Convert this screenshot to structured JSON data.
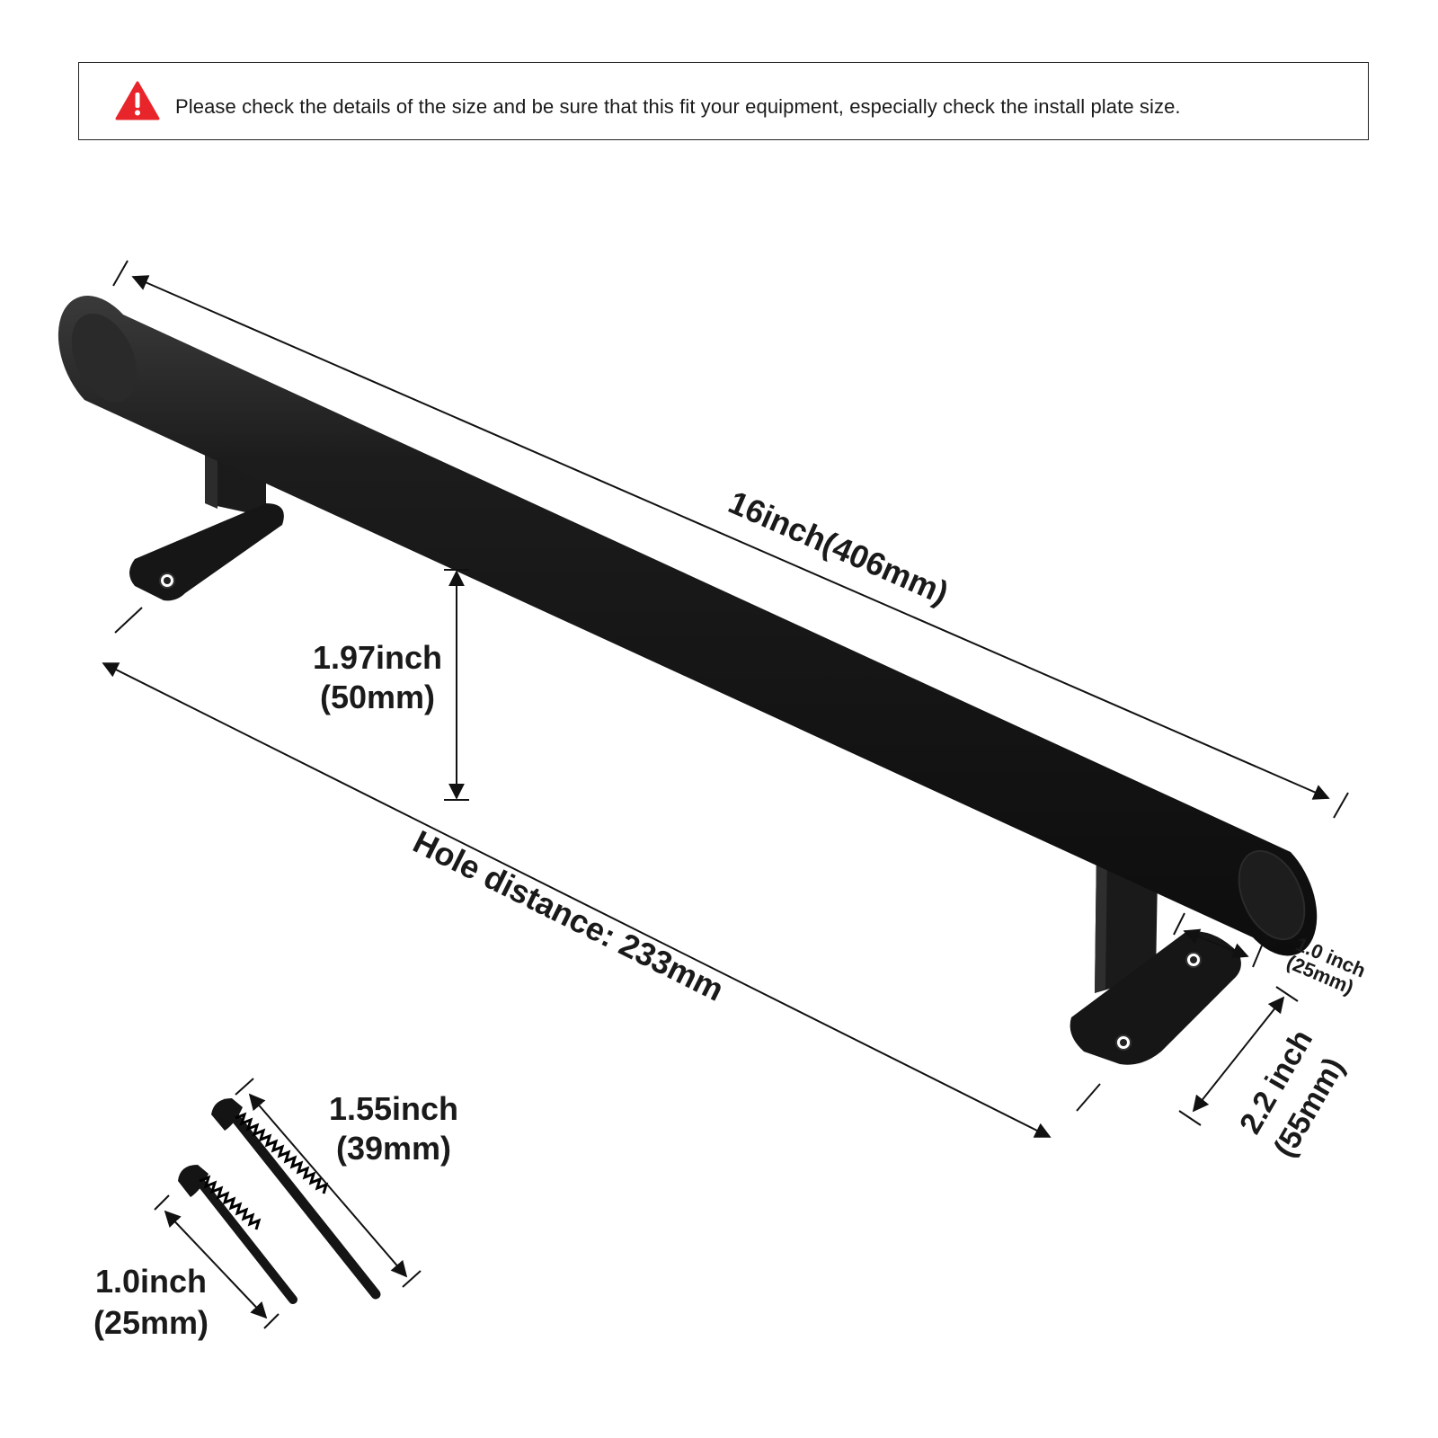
{
  "notice": {
    "icon": "warning-icon",
    "text": "Please check the details of the size and be sure that this fit your equipment,  especially check the install plate size.",
    "icon_color": "#e8252b"
  },
  "dimensions": {
    "length": "16inch(406mm)",
    "height_inch": "1.97inch",
    "height_mm": "(50mm)",
    "hole_distance": "Hole distance: 233mm",
    "plate_width_inch": "1.0 inch",
    "plate_width_mm": "(25mm)",
    "plate_length_inch": "2.2 inch",
    "plate_length_mm": "(55mm)",
    "long_screw_inch": "1.55inch",
    "long_screw_mm": "(39mm)",
    "short_screw_inch": "1.0inch",
    "short_screw_mm": "(25mm)"
  },
  "colors": {
    "product": "#151515",
    "dimension_lines": "#111111"
  }
}
